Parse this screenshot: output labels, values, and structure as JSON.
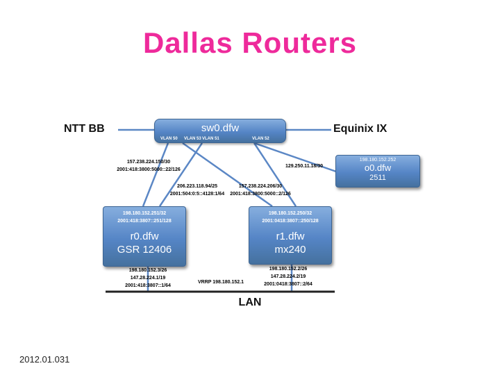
{
  "title": "Dallas Routers",
  "footer": "2012.01.031",
  "peers": {
    "left": "NTT BB",
    "right": "Equinix IX"
  },
  "switch": {
    "name": "sw0.dfw",
    "vlans": [
      "VLAN 50",
      "VLAN 53",
      "VLAN 51",
      "VLAN 52"
    ]
  },
  "o0": {
    "ip": "198.180.152.252",
    "name": "o0.dfw",
    "model": "2511"
  },
  "r0": {
    "ip4": "198.180.152.251/32",
    "ip6": "2001:418:3807::251/128",
    "name": "r0.dfw",
    "model": "GSR 12406"
  },
  "r1": {
    "ip4": "198.180.152.250/32",
    "ip6": "2001:0418:3807::250/128",
    "name": "r1.dfw",
    "model": "mx240"
  },
  "links": {
    "ntt": {
      "ip4": "157.238.224.150/30",
      "ip6": "2001:418:3800:5000::22/126"
    },
    "oob": {
      "ip4": "129.250.11.18/30"
    },
    "ix": {
      "ip4": "206.223.118.94/25",
      "ip6": "2001:504:0:5::4128:1/64"
    },
    "transit": {
      "ip4": "157.238.224.206/30",
      "ip6": "2001:418:3800:5000::2/126"
    }
  },
  "lan": {
    "label": "LAN",
    "vrrp": "VRRP 198.180.152.1",
    "r0_addrs": [
      "198.180.152.3/26",
      "147.28.224.1/19",
      "2001:418:3807::1/64"
    ],
    "r1_addrs": [
      "198.180.152.2/26",
      "147.28.224.2/19",
      "2001:0418:3807::2/64"
    ]
  },
  "colors": {
    "title_pink": "#ee2a9b",
    "wire_blue": "#5b87c5",
    "node_fill": "#5585c6",
    "lan_line": "#222222"
  }
}
